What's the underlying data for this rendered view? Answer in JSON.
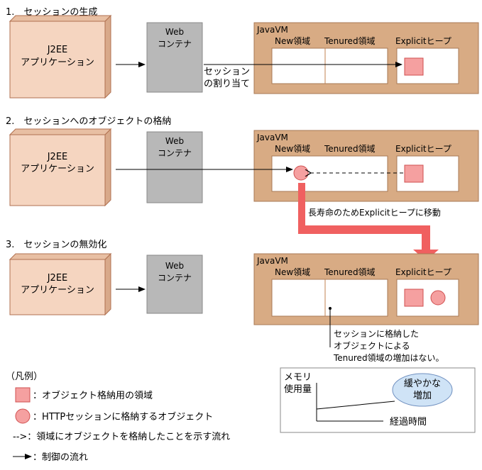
{
  "colors": {
    "app_fill": "#f5d5c0",
    "app_side": "#d8a98a",
    "app_stroke": "#b07050",
    "web_fill": "#b8b8b8",
    "jvm_fill": "#d8ab84",
    "object_pink": "#f5a0a0",
    "object_stroke": "#d05050",
    "flow_arrow": "#f06060",
    "ellipse_fill": "#cfe3f6",
    "ellipse_stroke": "#7090c0"
  },
  "sections": [
    {
      "heading": "1.　セッションの生成",
      "app_line1": "J2EE",
      "app_line2": "アプリケーション",
      "web_line1": "Web",
      "web_line2": "コンテナ",
      "jvm_title": "JavaVM",
      "region_new": "New領域",
      "region_tenured": "Tenured領域",
      "region_explicit": "Explicitヒープ"
    },
    {
      "heading": "2.　セッションへのオブジェクトの格納",
      "app_line1": "J2EE",
      "app_line2": "アプリケーション",
      "web_line1": "Web",
      "web_line2": "コンテナ",
      "jvm_title": "JavaVM",
      "region_new": "New領域",
      "region_tenured": "Tenured領域",
      "region_explicit": "Explicitヒープ"
    },
    {
      "heading": "3.　セッションの無効化",
      "app_line1": "J2EE",
      "app_line2": "アプリケーション",
      "web_line1": "Web",
      "web_line2": "コンテナ",
      "jvm_title": "JavaVM",
      "region_new": "New領域",
      "region_tenured": "Tenured領域",
      "region_explicit": "Explicitヒープ"
    }
  ],
  "session_alloc_label_line1": "セッション",
  "session_alloc_label_line2": "の割り当て",
  "move_label": "長寿命のためExplicitヒープに移動",
  "tenured_note_line1": "セッションに格納した",
  "tenured_note_line2": "オブジェクトによる",
  "tenured_note_line3": "Tenured領域の増加はない。",
  "memory_graph": {
    "ylabel_line1": "メモリ",
    "ylabel_line2": "使用量",
    "xlabel": "経過時間",
    "ellipse_line1": "緩やかな",
    "ellipse_line2": "増加"
  },
  "legend": {
    "title": "（凡例）",
    "area": "：オブジェクト格納用の領域",
    "object": "：HTTPセッションに格納するオブジェクト",
    "dashed": "-->：領域にオブジェクトを格納したことを示す流れ",
    "control": "：制御の流れ"
  }
}
